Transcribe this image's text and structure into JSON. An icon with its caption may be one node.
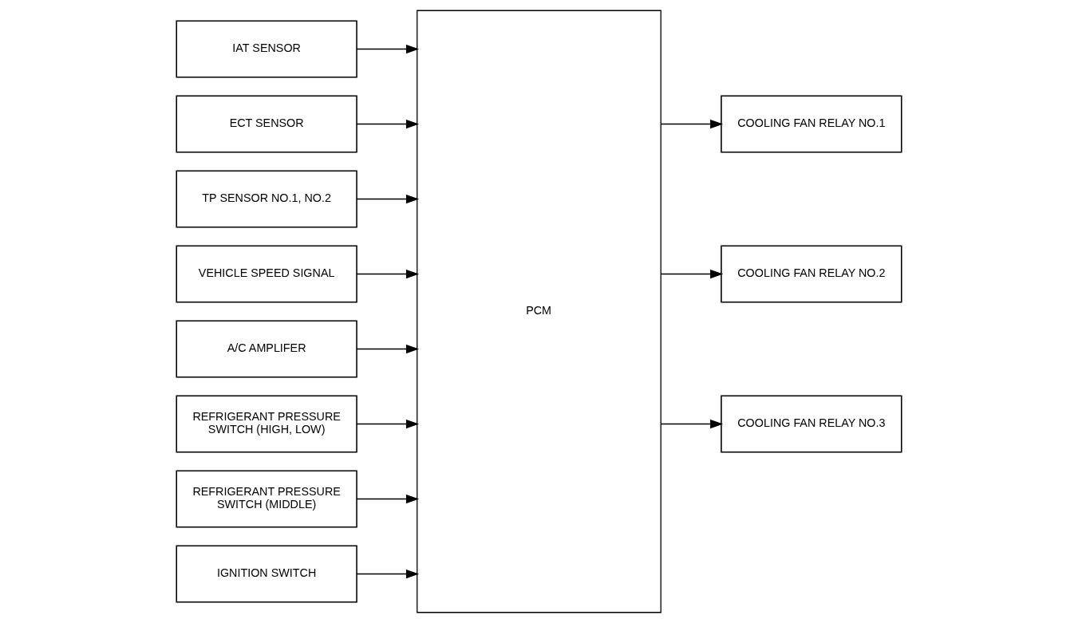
{
  "diagram": {
    "nodes": [
      {
        "text": [
          "IAT SENSOR"
        ]
      },
      {
        "text": [
          "ECT SENSOR"
        ]
      },
      {
        "text": [
          "TP SENSOR NO.1, NO.2"
        ]
      },
      {
        "text": [
          "VEHICLE SPEED SIGNAL"
        ]
      },
      {
        "text": [
          "A/C AMPLIFER"
        ]
      },
      {
        "text": [
          "REFRIGERANT PRESSURE SWITCH (HIGH, LOW)"
        ]
      },
      {
        "text": [
          "REFRIGERANT PRESSURE SWITCH (MIDDLE)"
        ]
      },
      {
        "text": [
          "IGNITION SWITCH"
        ]
      },
      {
        "text": [
          "PCM"
        ]
      },
      {
        "text": [
          "COOLING FAN RELAY NO.1"
        ]
      },
      {
        "text": [
          "COOLING FAN RELAY NO.2"
        ]
      },
      {
        "text": [
          "COOLING FAN RELAY NO.3"
        ]
      }
    ],
    "edges": [
      {
        "from": 0,
        "to": 8,
        "arrow": "to"
      },
      {
        "from": 1,
        "to": 8,
        "arrow": "to"
      },
      {
        "from": 2,
        "to": 8,
        "arrow": "to"
      },
      {
        "from": 3,
        "to": 8,
        "arrow": "to"
      },
      {
        "from": 4,
        "to": 8,
        "arrow": "to"
      },
      {
        "from": 5,
        "to": 8,
        "arrow": "to"
      },
      {
        "from": 6,
        "to": 8,
        "arrow": "to"
      },
      {
        "from": 7,
        "to": 8,
        "arrow": "to"
      },
      {
        "from": 8,
        "to": 9,
        "arrow": "to"
      },
      {
        "from": 8,
        "to": 10,
        "arrow": "to"
      },
      {
        "from": 8,
        "to": 11,
        "arrow": "to"
      }
    ]
  }
}
